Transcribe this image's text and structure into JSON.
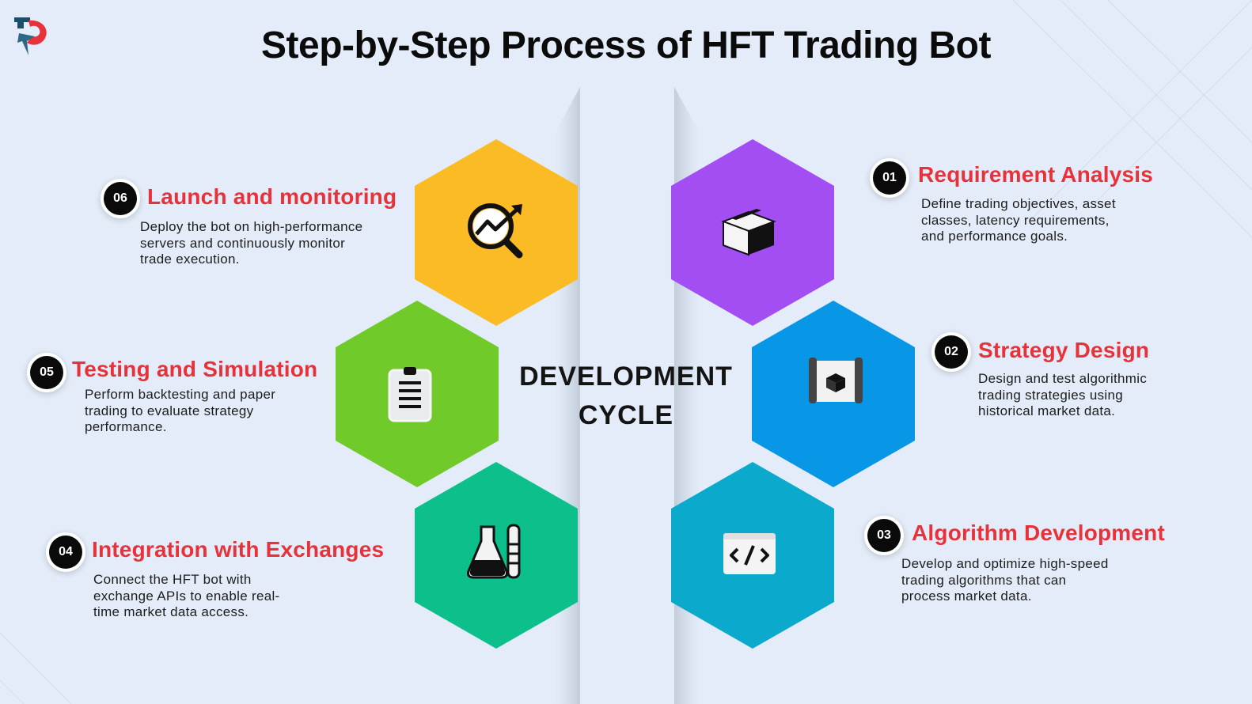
{
  "header": {
    "title": "Step-by-Step Process of HFT Trading Bot"
  },
  "center": {
    "line1": "DEVELOPMENT",
    "line2": "CYCLE"
  },
  "steps": [
    {
      "number": "01",
      "title": "Requirement Analysis",
      "description_lines": [
        "Define trading objectives, asset",
        "classes, latency requirements,",
        "and performance goals."
      ],
      "color": "#a24ef2",
      "icon": "box-icon"
    },
    {
      "number": "02",
      "title": "Strategy Design",
      "description_lines": [
        "Design and test algorithmic",
        "trading strategies using",
        "historical market data."
      ],
      "color": "#0797e6",
      "icon": "blueprint-icon"
    },
    {
      "number": "03",
      "title": "Algorithm Development",
      "description_lines": [
        "Develop and optimize high-speed",
        "trading algorithms that can",
        "process market data."
      ],
      "color": "#0ba9cb",
      "icon": "code-window-icon"
    },
    {
      "number": "04",
      "title": "Integration with Exchanges",
      "description_lines": [
        "Connect the HFT bot with",
        "exchange APIs to enable real-",
        "time market data access."
      ],
      "color": "#0dbf8a",
      "icon": "lab-flask-icon"
    },
    {
      "number": "05",
      "title": "Testing and Simulation",
      "description_lines": [
        "Perform backtesting and paper",
        "trading to evaluate strategy",
        "performance."
      ],
      "color": "#6fca2a",
      "icon": "clipboard-icon"
    },
    {
      "number": "06",
      "title": "Launch and monitoring",
      "description_lines": [
        "Deploy the bot on high-performance",
        "servers and continuously monitor",
        "trade execution."
      ],
      "color": "#fbbb24",
      "icon": "chart-magnifier-icon"
    }
  ],
  "colors": {
    "background": "#e3ecf8",
    "step_title": "#e8323a",
    "badge": "#0a0a0a"
  }
}
